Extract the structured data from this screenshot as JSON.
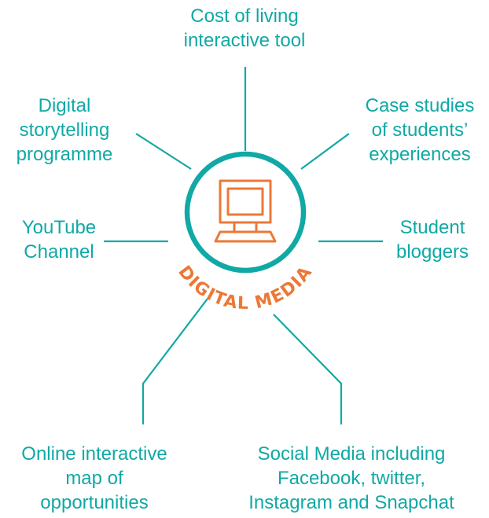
{
  "colors": {
    "teal": "#10a9a5",
    "orange": "#ec7836",
    "background": "#ffffff"
  },
  "hub": {
    "icon": "computer-icon",
    "title": "DIGITAL MEDIA"
  },
  "nodes": {
    "cost_of_living": "Cost of living\ninteractive tool",
    "digital_storytelling": "Digital\nstorytelling\nprogramme",
    "case_studies": "Case studies\nof students’\nexperiences",
    "youtube": "YouTube\nChannel",
    "student_bloggers": "Student\nbloggers",
    "online_map": "Online interactive\nmap of\nopportunities",
    "social_media": "Social Media including\nFacebook, twitter,\nInstagram and Snapchat"
  }
}
